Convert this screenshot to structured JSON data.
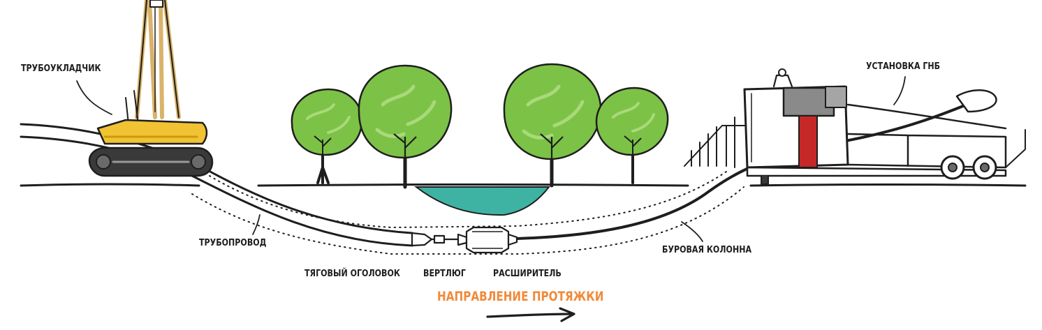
{
  "labels": {
    "pipelayer": "ТРУБОУКЛАДЧИК",
    "hdd_rig": "УСТАНОВКА ГНБ",
    "pipeline": "ТРУБОПРОВОД",
    "drill_string": "БУРОВАЯ КОЛОННА",
    "pulling_head": "ТЯГОВЫЙ ОГОЛОВОК",
    "swivel": "ВЕРТЛЮГ",
    "reamer": "РАСШИРИТЕЛЬ",
    "pull_direction": "НАПРАВЛЕНИЕ ПРОТЯЖКИ"
  },
  "colors": {
    "ink": "#1e1e1e",
    "accent": "#f08a3a",
    "tree_green": "#7cc246",
    "tree_green_light": "#a9d97a",
    "water": "#3fb3a3",
    "machine_yellow": "#f1c232",
    "rig_red": "#c62828",
    "rig_gray": "#8a8a8a"
  }
}
